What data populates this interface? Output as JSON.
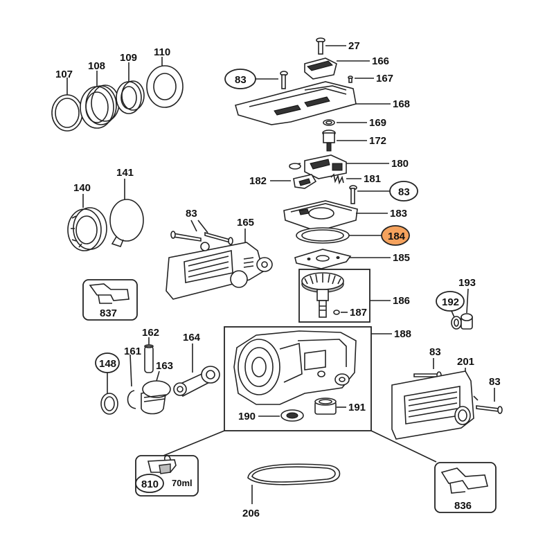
{
  "highlight_color": "#f5a25d",
  "labels": {
    "l27": "27",
    "l166": "166",
    "l167": "167",
    "l168": "168",
    "l169": "169",
    "l172": "172",
    "l180": "180",
    "l181": "181",
    "l182": "182",
    "l183": "183",
    "l184": "184",
    "l185": "185",
    "l186": "186",
    "l187": "187",
    "l188": "188",
    "l190": "190",
    "l191": "191",
    "l192": "192",
    "l193": "193",
    "l201": "201",
    "l206": "206",
    "l107": "107",
    "l108": "108",
    "l109": "109",
    "l110": "110",
    "l140": "140",
    "l141": "141",
    "l148": "148",
    "l161": "161",
    "l162": "162",
    "l163": "163",
    "l164": "164",
    "l165": "165",
    "l810": "810",
    "l836": "836",
    "l837": "837",
    "l83a": "83",
    "l83b": "83",
    "l83c": "83",
    "l83d": "83",
    "l83e": "83"
  },
  "lubricant_volume": "70ml"
}
